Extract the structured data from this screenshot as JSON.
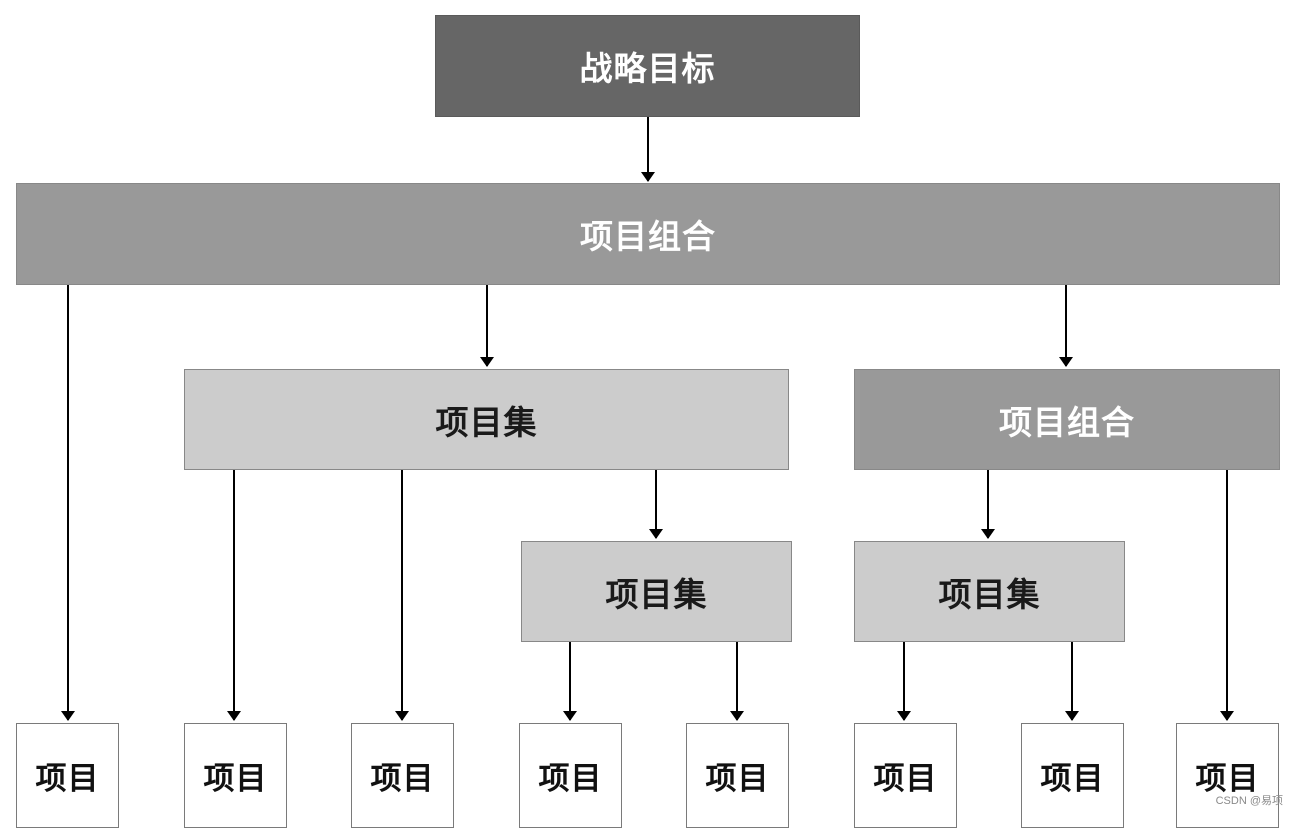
{
  "nodes": {
    "strategic_goal": "战略目标",
    "portfolio_main": "项目组合",
    "program_left": "项目集",
    "portfolio_right": "项目组合",
    "program_sub_left": "项目集",
    "program_sub_right": "项目集",
    "projects": [
      "项目",
      "项目",
      "项目",
      "项目",
      "项目",
      "项目",
      "项目",
      "项目"
    ]
  },
  "colors": {
    "dark": "#666666",
    "mid": "#999999",
    "light": "#cccccc",
    "leaf": "#ffffff",
    "line": "#000000"
  },
  "watermark": "CSDN @易项"
}
